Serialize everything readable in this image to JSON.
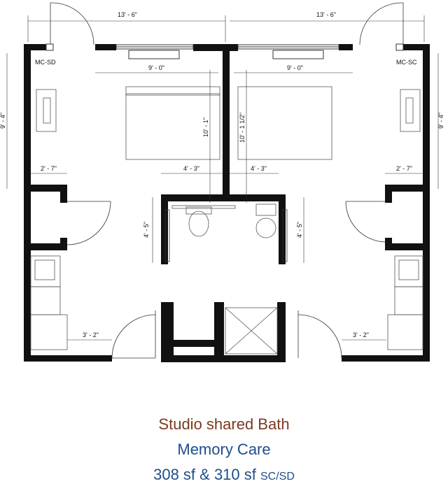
{
  "rooms": {
    "left": "MC-SD",
    "right": "MC-SC"
  },
  "dimensions": {
    "top_left_width": "13' - 6\"",
    "top_right_width": "13' - 6\"",
    "left_window": "9' - 0\"",
    "right_window": "9' - 0\"",
    "left_height": "9' - 4\"",
    "right_height": "9' - 4\"",
    "left_depth": "10' - 1\"",
    "right_depth": "10' - 1 1/2\"",
    "left_inner": "4' - 3\"",
    "right_inner": "4' - 3\"",
    "left_closet": "2' - 7\"",
    "right_closet": "2' - 7\"",
    "bath_left": "4' - 5\"",
    "bath_right": "4' - 5\"",
    "left_door": "3' - 2\"",
    "right_door": "3' - 2\""
  },
  "caption": {
    "line1": "Studio shared Bath",
    "line2": "Memory Care",
    "line3_main": "308 sf & 310 sf ",
    "line3_small": "SC/SD"
  },
  "colors": {
    "wall": "#111111",
    "line": "#333333",
    "title": "#7a3a22",
    "subtitle": "#1f4e8a"
  }
}
